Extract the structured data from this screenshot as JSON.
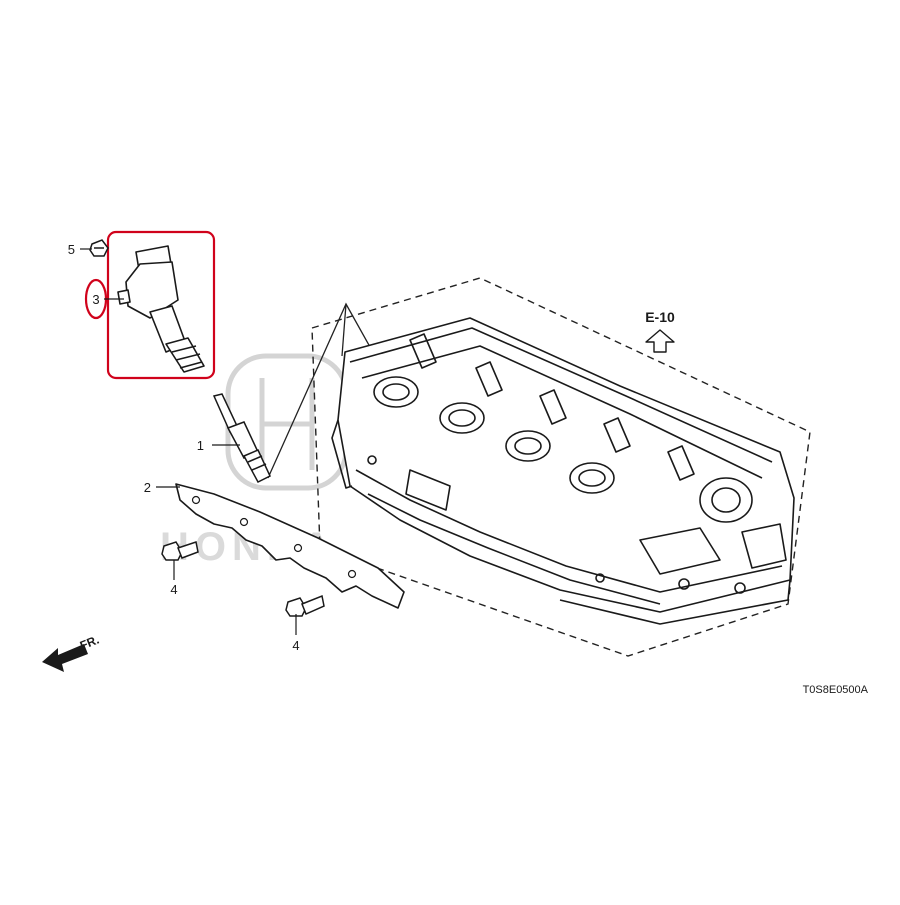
{
  "callouts": {
    "c1": "1",
    "c2": "2",
    "c3": "3",
    "c4a": "4",
    "c4b": "4",
    "c5": "5"
  },
  "reference": {
    "section": "E-10",
    "front_marker": "FR.",
    "diagram_code": "T0S8E0500A"
  },
  "colors": {
    "line": "#1a1a1a",
    "highlight": "#d0021b",
    "watermark": "#d4d4d4"
  }
}
